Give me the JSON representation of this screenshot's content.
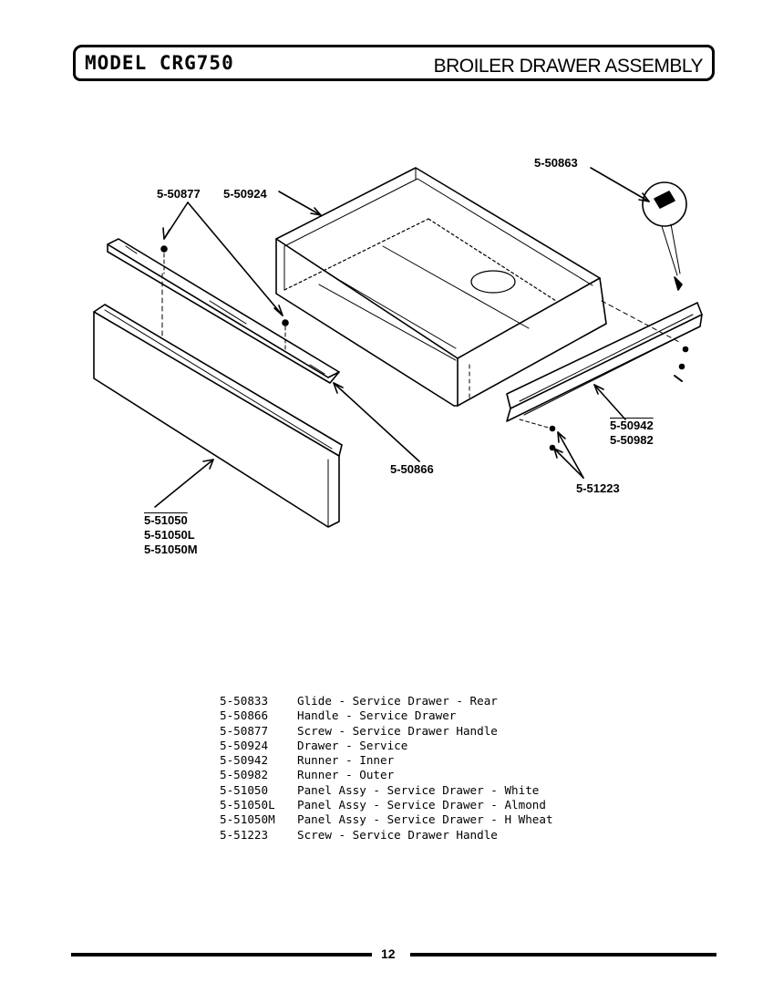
{
  "header": {
    "model": "MODEL CRG750",
    "assembly": "BROILER DRAWER ASSEMBLY"
  },
  "callouts": {
    "screw_handle": "5-50877",
    "drawer": "5-50924",
    "glide": "5-50863",
    "handle": "5-50866",
    "runner_inner": "5-50942",
    "runner_outer": "5-50982",
    "screw_runner": "5-51223",
    "panel_white": "5-51050",
    "panel_almond": "5-51050L",
    "panel_wheat": "5-51050M"
  },
  "parts": [
    {
      "number": "5-50833",
      "description": "Glide - Service Drawer - Rear"
    },
    {
      "number": "5-50866",
      "description": "Handle - Service Drawer"
    },
    {
      "number": "5-50877",
      "description": "Screw - Service Drawer Handle"
    },
    {
      "number": "5-50924",
      "description": "Drawer - Service"
    },
    {
      "number": "5-50942",
      "description": "Runner - Inner"
    },
    {
      "number": "5-50982",
      "description": "Runner - Outer"
    },
    {
      "number": "5-51050",
      "description": "Panel Assy - Service Drawer - White"
    },
    {
      "number": "5-51050L",
      "description": "Panel Assy - Service Drawer - Almond"
    },
    {
      "number": "5-51050M",
      "description": "Panel Assy - Service Drawer - H Wheat"
    },
    {
      "number": "5-51223",
      "description": "Screw - Service Drawer Handle"
    }
  ],
  "footer": {
    "page": "12"
  }
}
